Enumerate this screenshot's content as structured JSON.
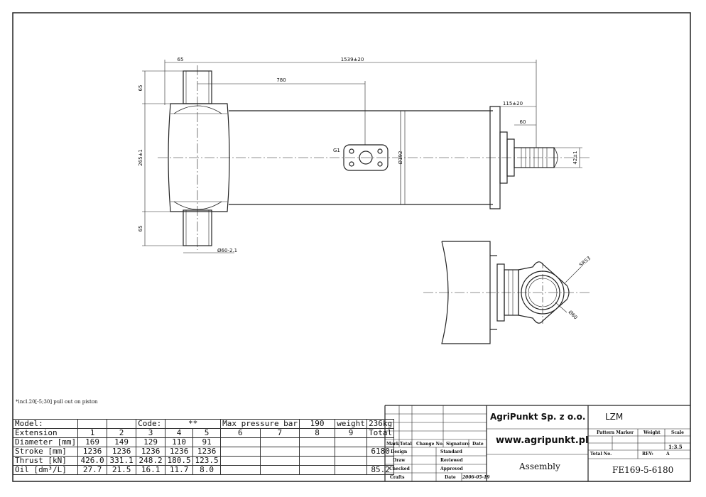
{
  "dimensions": {
    "overall_length": "1539±20",
    "pin_width": "65",
    "port_position": "780",
    "rod_end": "115±20",
    "rod_thread": "60",
    "pin_top": "65",
    "pin_bottom": "65",
    "trunnion_span": "265±1",
    "bore_dia": "Ø192",
    "rod_dia": "42±1",
    "port": "G1",
    "pin_dia": "Ø60-2.1",
    "eye_radius": "SR53",
    "eye_bore": "Ø60"
  },
  "note": "*incl.20[-5;30] pull out on piston",
  "spec": {
    "headers": [
      "Model:",
      "",
      "",
      "Code:",
      "**",
      "Max pressure bar",
      "",
      "190",
      "weight",
      "236kg"
    ],
    "extension_row": [
      "Extension",
      "1",
      "2",
      "3",
      "4",
      "5",
      "6",
      "7",
      "8",
      "9",
      "Total"
    ],
    "diameter_row": [
      "Diameter [mm]",
      "169",
      "149",
      "129",
      "110",
      "91"
    ],
    "stroke_row": [
      "Stroke [mm]",
      "1236",
      "1236",
      "1236",
      "1236",
      "1236",
      "6180"
    ],
    "thrust_row": [
      "Thrust [kN]",
      "426.0",
      "331.1",
      "248.2",
      "180.5",
      "123.5"
    ],
    "oil_row": [
      "Oil [dm³/L]",
      "27.7",
      "21.5",
      "16.1",
      "11.7",
      "8.0",
      "85.2"
    ]
  },
  "title_block": {
    "company": "AgriPunkt Sp. z o.o.",
    "website": "www.agripunkt.pl",
    "drawing_title": "Assembly",
    "code": "LZM",
    "pattern_marker_label": "Pattern Marker",
    "weight_label": "Weight",
    "scale_label": "Scale",
    "scale": "1:3.5",
    "total_no_label": "Total No.",
    "rev_label": "REV:",
    "rev": "A",
    "part_number": "FE169-5-6180",
    "mark_label": "Mark",
    "total_label": "Total",
    "change_no_label": "Change No.",
    "signature_label": "Signature",
    "date_label": "Date",
    "design_label": "Design",
    "standard_label": "Standard",
    "draw_label": "Draw",
    "reviewed_label": "Reviewed",
    "checked_label": "Checked",
    "approved_label": "Approved",
    "crafts_label": "Crafts",
    "date_value": "2006-05-19"
  }
}
